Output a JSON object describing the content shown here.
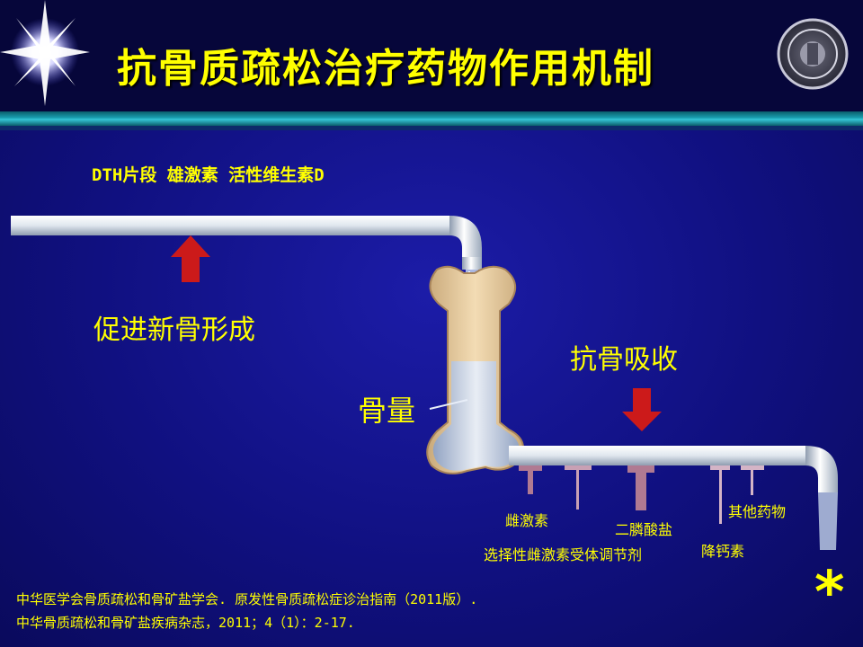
{
  "title": "抗骨质疏松治疗药物作用机制",
  "top_drugs": "DTH片段 雄激素  活性维生素D",
  "promote_label": "促进新骨形成",
  "anti_label": "抗骨吸收",
  "bone_mass_label": "骨量",
  "valve_labels": {
    "estrogen": "雌激素",
    "serm": "选择性雌激素受体调节剂",
    "bisphosphonate": "二膦酸盐",
    "calcitonin": "降钙素",
    "other": "其他药物"
  },
  "references": [
    "中华医学会骨质疏松和骨矿盐学会. 原发性骨质疏松症诊治指南（2011版）.",
    "中华骨质疏松和骨矿盐疾病杂志，2011；4（1）：2-17."
  ],
  "asterisk": "*",
  "colors": {
    "title": "#ffff00",
    "arrow_red": "#cc1a1a",
    "pipe": "#e6ecf2",
    "valve": "#b07a92"
  },
  "icons": {
    "star": "star-burst-icon",
    "logo": "university-seal-icon"
  }
}
